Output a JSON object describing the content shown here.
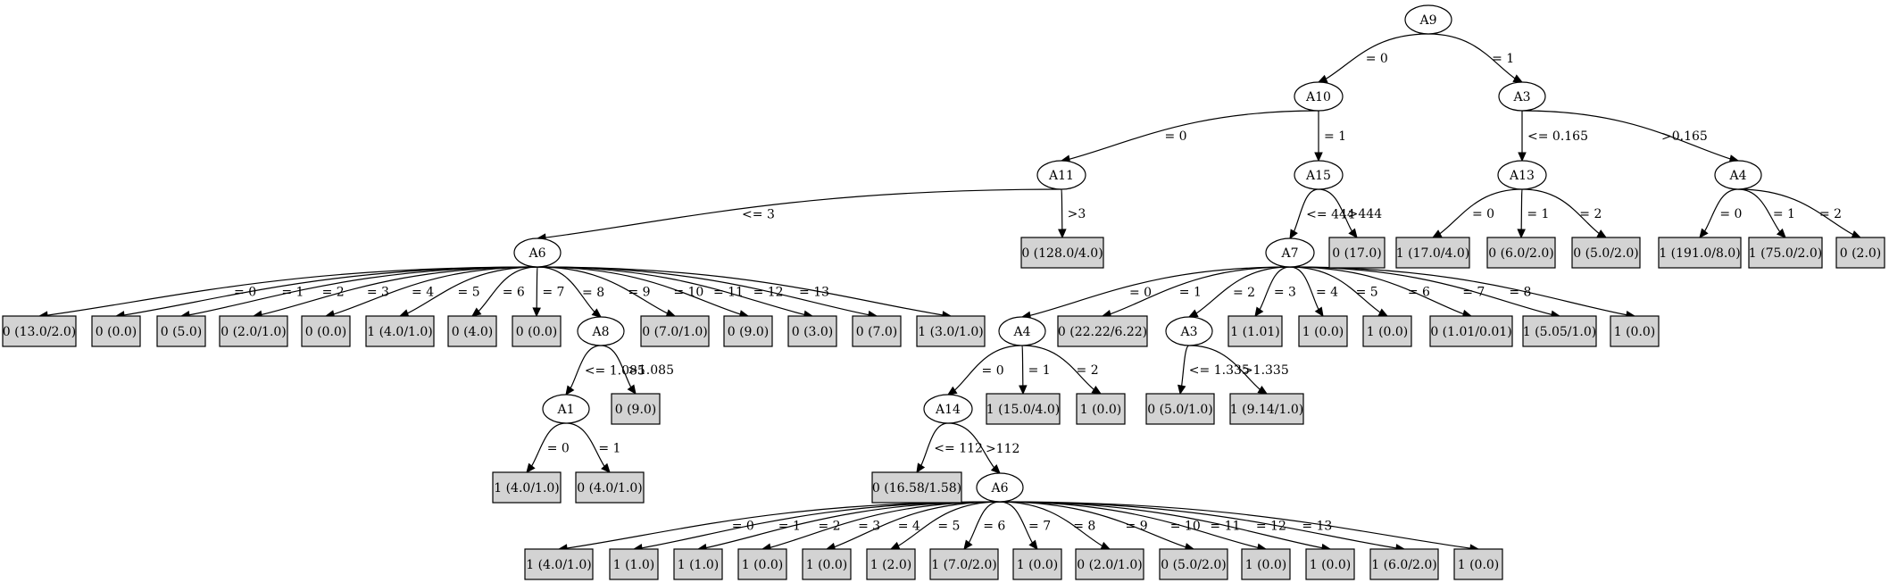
{
  "tree": {
    "nodes": [
      {
        "id": "n0",
        "label": "A9",
        "kind": "split"
      },
      {
        "id": "n1",
        "label": "A10",
        "kind": "split"
      },
      {
        "id": "n2",
        "label": "A3",
        "kind": "split"
      },
      {
        "id": "n3",
        "label": "A11",
        "kind": "split"
      },
      {
        "id": "n4",
        "label": "A15",
        "kind": "split"
      },
      {
        "id": "n5",
        "label": "A13",
        "kind": "split"
      },
      {
        "id": "n6",
        "label": "A4",
        "kind": "split"
      },
      {
        "id": "n7",
        "label": "A6",
        "kind": "split"
      },
      {
        "id": "n8",
        "label": "0 (128.0/4.0)",
        "kind": "leaf"
      },
      {
        "id": "n9",
        "label": "A7",
        "kind": "split"
      },
      {
        "id": "n10",
        "label": "0 (17.0)",
        "kind": "leaf"
      },
      {
        "id": "n11",
        "label": "1 (17.0/4.0)",
        "kind": "leaf"
      },
      {
        "id": "n12",
        "label": "0 (6.0/2.0)",
        "kind": "leaf"
      },
      {
        "id": "n13",
        "label": "0 (5.0/2.0)",
        "kind": "leaf"
      },
      {
        "id": "n14",
        "label": "1 (191.0/8.0)",
        "kind": "leaf"
      },
      {
        "id": "n15",
        "label": "1 (75.0/2.0)",
        "kind": "leaf"
      },
      {
        "id": "n16",
        "label": "0 (2.0)",
        "kind": "leaf"
      },
      {
        "id": "n17",
        "label": "0 (13.0/2.0)",
        "kind": "leaf"
      },
      {
        "id": "n18",
        "label": "0 (0.0)",
        "kind": "leaf"
      },
      {
        "id": "n19",
        "label": "0 (5.0)",
        "kind": "leaf"
      },
      {
        "id": "n20",
        "label": "0 (2.0/1.0)",
        "kind": "leaf"
      },
      {
        "id": "n21",
        "label": "0 (0.0)",
        "kind": "leaf"
      },
      {
        "id": "n22",
        "label": "1 (4.0/1.0)",
        "kind": "leaf"
      },
      {
        "id": "n23",
        "label": "0 (4.0)",
        "kind": "leaf"
      },
      {
        "id": "n24",
        "label": "0 (0.0)",
        "kind": "leaf"
      },
      {
        "id": "n25",
        "label": "A8",
        "kind": "split"
      },
      {
        "id": "n26",
        "label": "0 (7.0/1.0)",
        "kind": "leaf"
      },
      {
        "id": "n27",
        "label": "0 (9.0)",
        "kind": "leaf"
      },
      {
        "id": "n28",
        "label": "0 (3.0)",
        "kind": "leaf"
      },
      {
        "id": "n29",
        "label": "0 (7.0)",
        "kind": "leaf"
      },
      {
        "id": "n30",
        "label": "1 (3.0/1.0)",
        "kind": "leaf"
      },
      {
        "id": "n31",
        "label": "A4",
        "kind": "split"
      },
      {
        "id": "n32",
        "label": "0 (22.22/6.22)",
        "kind": "leaf"
      },
      {
        "id": "n33",
        "label": "A3",
        "kind": "split"
      },
      {
        "id": "n34",
        "label": "1 (1.01)",
        "kind": "leaf"
      },
      {
        "id": "n35",
        "label": "1 (0.0)",
        "kind": "leaf"
      },
      {
        "id": "n36",
        "label": "1 (0.0)",
        "kind": "leaf"
      },
      {
        "id": "n37",
        "label": "0 (1.01/0.01)",
        "kind": "leaf"
      },
      {
        "id": "n38",
        "label": "1 (5.05/1.0)",
        "kind": "leaf"
      },
      {
        "id": "n39",
        "label": "1 (0.0)",
        "kind": "leaf"
      },
      {
        "id": "n40",
        "label": "A1",
        "kind": "split"
      },
      {
        "id": "n41",
        "label": "0 (9.0)",
        "kind": "leaf"
      },
      {
        "id": "n42",
        "label": "A14",
        "kind": "split"
      },
      {
        "id": "n43",
        "label": "1 (15.0/4.0)",
        "kind": "leaf"
      },
      {
        "id": "n44",
        "label": "1 (0.0)",
        "kind": "leaf"
      },
      {
        "id": "n45",
        "label": "0 (5.0/1.0)",
        "kind": "leaf"
      },
      {
        "id": "n46",
        "label": "1 (9.14/1.0)",
        "kind": "leaf"
      },
      {
        "id": "n47",
        "label": "1 (4.0/1.0)",
        "kind": "leaf"
      },
      {
        "id": "n48",
        "label": "0 (4.0/1.0)",
        "kind": "leaf"
      },
      {
        "id": "n49",
        "label": "0 (16.58/1.58)",
        "kind": "leaf"
      },
      {
        "id": "n50",
        "label": "A6",
        "kind": "split"
      },
      {
        "id": "n51",
        "label": "1 (4.0/1.0)",
        "kind": "leaf"
      },
      {
        "id": "n52",
        "label": "1 (1.0)",
        "kind": "leaf"
      },
      {
        "id": "n53",
        "label": "1 (1.0)",
        "kind": "leaf"
      },
      {
        "id": "n54",
        "label": "1 (0.0)",
        "kind": "leaf"
      },
      {
        "id": "n55",
        "label": "1 (0.0)",
        "kind": "leaf"
      },
      {
        "id": "n56",
        "label": "1 (2.0)",
        "kind": "leaf"
      },
      {
        "id": "n57",
        "label": "1 (7.0/2.0)",
        "kind": "leaf"
      },
      {
        "id": "n58",
        "label": "1 (0.0)",
        "kind": "leaf"
      },
      {
        "id": "n59",
        "label": "0 (2.0/1.0)",
        "kind": "leaf"
      },
      {
        "id": "n60",
        "label": "0 (5.0/2.0)",
        "kind": "leaf"
      },
      {
        "id": "n61",
        "label": "1 (0.0)",
        "kind": "leaf"
      },
      {
        "id": "n62",
        "label": "1 (0.0)",
        "kind": "leaf"
      },
      {
        "id": "n63",
        "label": "1 (6.0/2.0)",
        "kind": "leaf"
      },
      {
        "id": "n64",
        "label": "1 (0.0)",
        "kind": "leaf"
      }
    ],
    "edges": [
      {
        "from": "n0",
        "to": "n1",
        "label": "= 0"
      },
      {
        "from": "n0",
        "to": "n2",
        "label": "= 1"
      },
      {
        "from": "n1",
        "to": "n3",
        "label": "= 0"
      },
      {
        "from": "n1",
        "to": "n4",
        "label": "= 1"
      },
      {
        "from": "n2",
        "to": "n5",
        "label": "<= 0.165"
      },
      {
        "from": "n2",
        "to": "n6",
        "label": ">0.165"
      },
      {
        "from": "n3",
        "to": "n7",
        "label": "<= 3"
      },
      {
        "from": "n3",
        "to": "n8",
        "label": ">3"
      },
      {
        "from": "n4",
        "to": "n9",
        "label": "<= 444"
      },
      {
        "from": "n4",
        "to": "n10",
        "label": ">444"
      },
      {
        "from": "n5",
        "to": "n11",
        "label": "= 0"
      },
      {
        "from": "n5",
        "to": "n12",
        "label": "= 1"
      },
      {
        "from": "n5",
        "to": "n13",
        "label": "= 2"
      },
      {
        "from": "n6",
        "to": "n14",
        "label": "= 0"
      },
      {
        "from": "n6",
        "to": "n15",
        "label": "= 1"
      },
      {
        "from": "n6",
        "to": "n16",
        "label": "= 2"
      },
      {
        "from": "n7",
        "to": "n17",
        "label": "= 0"
      },
      {
        "from": "n7",
        "to": "n18",
        "label": "= 1"
      },
      {
        "from": "n7",
        "to": "n19",
        "label": "= 2"
      },
      {
        "from": "n7",
        "to": "n20",
        "label": "= 3"
      },
      {
        "from": "n7",
        "to": "n21",
        "label": "= 4"
      },
      {
        "from": "n7",
        "to": "n22",
        "label": "= 5"
      },
      {
        "from": "n7",
        "to": "n23",
        "label": "= 6"
      },
      {
        "from": "n7",
        "to": "n24",
        "label": "= 7"
      },
      {
        "from": "n7",
        "to": "n25",
        "label": "= 8"
      },
      {
        "from": "n7",
        "to": "n26",
        "label": "= 9"
      },
      {
        "from": "n7",
        "to": "n27",
        "label": "= 10"
      },
      {
        "from": "n7",
        "to": "n28",
        "label": "= 11"
      },
      {
        "from": "n7",
        "to": "n29",
        "label": "= 12"
      },
      {
        "from": "n7",
        "to": "n30",
        "label": "= 13"
      },
      {
        "from": "n9",
        "to": "n31",
        "label": "= 0"
      },
      {
        "from": "n9",
        "to": "n32",
        "label": "= 1"
      },
      {
        "from": "n9",
        "to": "n33",
        "label": "= 2"
      },
      {
        "from": "n9",
        "to": "n34",
        "label": "= 3"
      },
      {
        "from": "n9",
        "to": "n35",
        "label": "= 4"
      },
      {
        "from": "n9",
        "to": "n36",
        "label": "= 5"
      },
      {
        "from": "n9",
        "to": "n37",
        "label": "= 6"
      },
      {
        "from": "n9",
        "to": "n38",
        "label": "= 7"
      },
      {
        "from": "n9",
        "to": "n39",
        "label": "= 8"
      },
      {
        "from": "n25",
        "to": "n40",
        "label": "<= 1.085"
      },
      {
        "from": "n25",
        "to": "n41",
        "label": ">1.085"
      },
      {
        "from": "n31",
        "to": "n42",
        "label": "= 0"
      },
      {
        "from": "n31",
        "to": "n43",
        "label": "= 1"
      },
      {
        "from": "n31",
        "to": "n44",
        "label": "= 2"
      },
      {
        "from": "n33",
        "to": "n45",
        "label": "<= 1.335"
      },
      {
        "from": "n33",
        "to": "n46",
        "label": ">1.335"
      },
      {
        "from": "n40",
        "to": "n47",
        "label": "= 0"
      },
      {
        "from": "n40",
        "to": "n48",
        "label": "= 1"
      },
      {
        "from": "n42",
        "to": "n49",
        "label": "<= 112"
      },
      {
        "from": "n42",
        "to": "n50",
        "label": ">112"
      },
      {
        "from": "n50",
        "to": "n51",
        "label": "= 0"
      },
      {
        "from": "n50",
        "to": "n52",
        "label": "= 1"
      },
      {
        "from": "n50",
        "to": "n53",
        "label": "= 2"
      },
      {
        "from": "n50",
        "to": "n54",
        "label": "= 3"
      },
      {
        "from": "n50",
        "to": "n55",
        "label": "= 4"
      },
      {
        "from": "n50",
        "to": "n56",
        "label": "= 5"
      },
      {
        "from": "n50",
        "to": "n57",
        "label": "= 6"
      },
      {
        "from": "n50",
        "to": "n58",
        "label": "= 7"
      },
      {
        "from": "n50",
        "to": "n59",
        "label": "= 8"
      },
      {
        "from": "n50",
        "to": "n60",
        "label": "= 9"
      },
      {
        "from": "n50",
        "to": "n61",
        "label": "= 10"
      },
      {
        "from": "n50",
        "to": "n62",
        "label": "= 11"
      },
      {
        "from": "n50",
        "to": "n63",
        "label": "= 12"
      },
      {
        "from": "n50",
        "to": "n64",
        "label": "= 13"
      }
    ]
  }
}
